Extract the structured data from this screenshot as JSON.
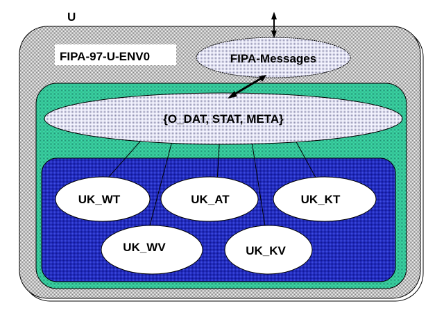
{
  "diagram": {
    "universe_label": "U",
    "environment_label": "FIPA-97-U-ENV0",
    "messages_label": "FIPA-Messages",
    "store_label": "{O_DAT, STAT, META}",
    "nodes": [
      {
        "id": "wt",
        "label": "UK_WT"
      },
      {
        "id": "at",
        "label": "UK_AT"
      },
      {
        "id": "kt",
        "label": "UK_KT"
      },
      {
        "id": "wv",
        "label": "UK_WV"
      },
      {
        "id": "kv",
        "label": "UK_KV"
      }
    ],
    "colors": {
      "outer_fill": "#c8c8c8",
      "green_fill": "#3cc89a",
      "blue_fill": "#2830b0",
      "ellipse_light": "#e4e4f0",
      "node_fill": "#ffffff"
    }
  }
}
